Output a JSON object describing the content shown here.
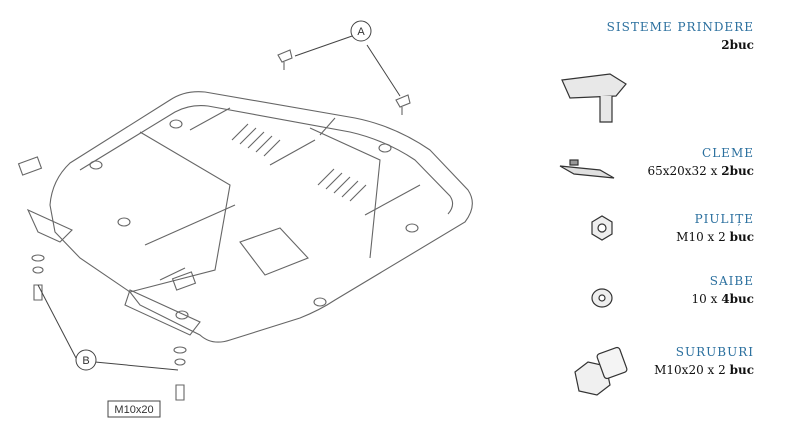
{
  "callouts": {
    "a": "A",
    "b": "B",
    "bolt_label": "M10x20"
  },
  "parts": [
    {
      "title": "SISTEME PRINDERE",
      "qty_prefix": "",
      "qty_bold": "2buc"
    },
    {
      "title": "CLEME",
      "qty_prefix": "65x20x32 x ",
      "qty_bold": "2buc"
    },
    {
      "title": "PIULIȚE",
      "qty_prefix": "M10 x 2 ",
      "qty_bold": "buc"
    },
    {
      "title": "SAIBE",
      "qty_prefix": "10 x ",
      "qty_bold": "4buc"
    },
    {
      "title": "SURUBURI",
      "qty_prefix": "M10x20 x 2 ",
      "qty_bold": "buc"
    }
  ],
  "icons": [
    "bracket-icon",
    "clip-icon",
    "nut-icon",
    "washer-icon",
    "bolt-icon"
  ]
}
